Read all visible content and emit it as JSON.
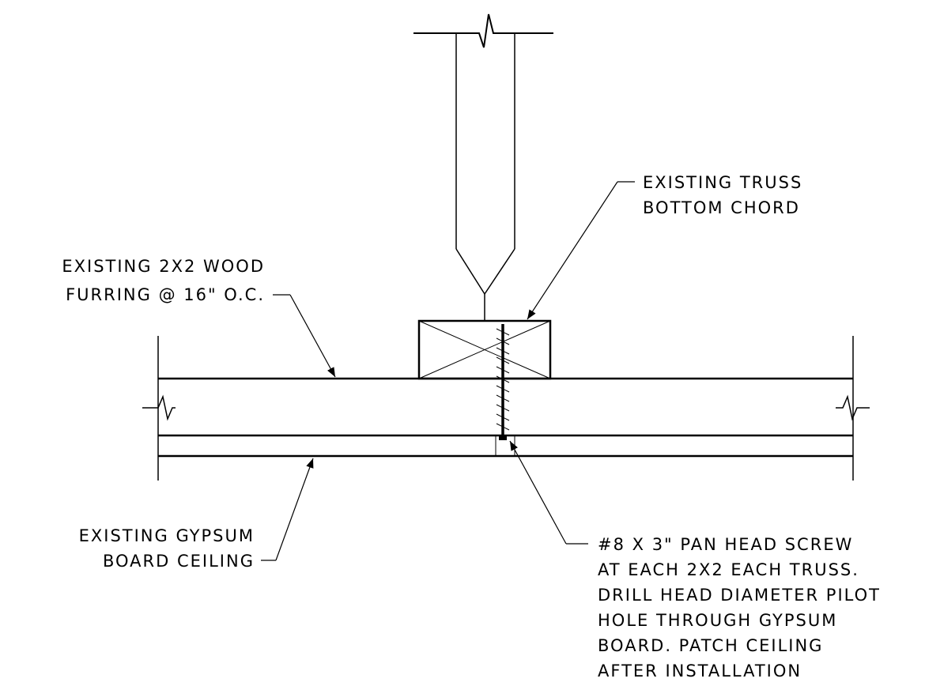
{
  "labels": {
    "truss": [
      "EXISTING TRUSS",
      "BOTTOM CHORD"
    ],
    "furring": [
      "EXISTING 2X2 WOOD",
      "FURRING @ 16\" O.C."
    ],
    "gypsum": [
      "EXISTING GYPSUM",
      "BOARD CEILING"
    ],
    "screw": [
      "#8 X 3\" PAN HEAD SCREW",
      "AT EACH 2X2 EACH TRUSS.",
      "DRILL HEAD DIAMETER PILOT",
      "HOLE THROUGH GYPSUM",
      "BOARD. PATCH CEILING",
      "AFTER INSTALLATION"
    ]
  },
  "colors": {
    "line": "#000000",
    "background": "#ffffff"
  }
}
